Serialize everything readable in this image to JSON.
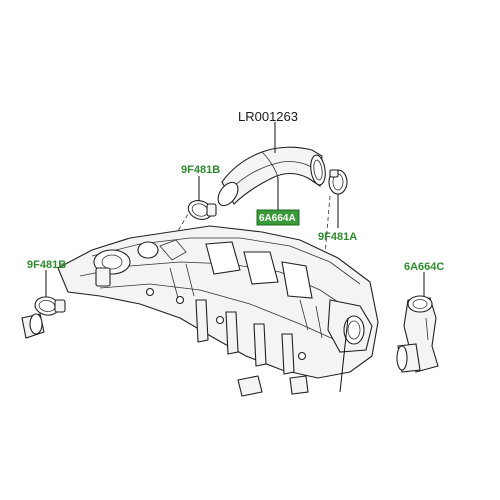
{
  "labels": {
    "main_part": "LR001263",
    "clamp_left_upper": "9F481B",
    "boxed_hose": "6A664A",
    "clamp_right": "9F481A",
    "clamp_left_lower": "9F481B",
    "connector_right": "6A664C"
  },
  "colors": {
    "label_green": "#2e8b2e",
    "box_green": "#3a9a3a",
    "line": "#222222"
  }
}
